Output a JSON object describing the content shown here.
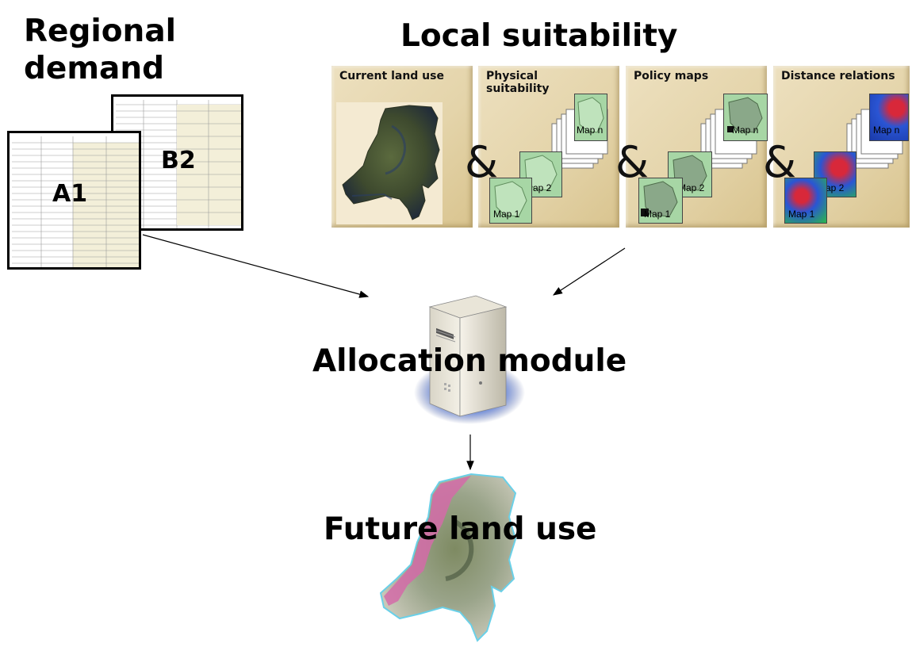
{
  "headings": {
    "regional_demand": "Regional\ndemand",
    "local_suitability": "Local suitability",
    "allocation_module": "Allocation module",
    "future_land_use": "Future land use"
  },
  "tables": {
    "a_label": "A1",
    "b_label": "B2"
  },
  "panels": [
    {
      "title": "Current land use"
    },
    {
      "title": "Physical\nsuitability",
      "maps": [
        "Map 1",
        "Map 2",
        "Map n"
      ]
    },
    {
      "title": "Policy maps",
      "maps": [
        "Map 1",
        "Map 2",
        "Map n"
      ]
    },
    {
      "title": "Distance relations",
      "maps": [
        "Map 1",
        "Map 2",
        "Map n"
      ]
    }
  ],
  "connector": "&",
  "colors": {
    "panel_bg": "#e4d4aa",
    "map_green": "#a7d6a5",
    "map_blue": "#2a55d4",
    "map_red": "#d8283a",
    "future_pink": "#d46ba8"
  }
}
